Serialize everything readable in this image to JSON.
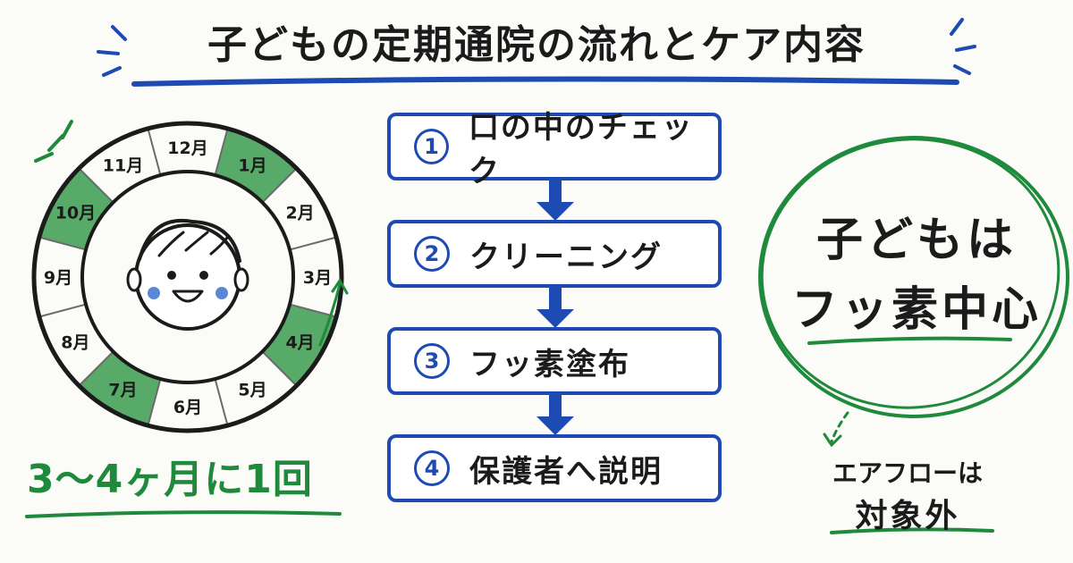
{
  "title": "子どもの定期通院の流れとケア内容",
  "calendar": {
    "months": [
      "12月",
      "1月",
      "2月",
      "3月",
      "4月",
      "5月",
      "6月",
      "7月",
      "8月",
      "9月",
      "10月",
      "11月"
    ],
    "highlighted": [
      "1月",
      "4月",
      "7月",
      "10月"
    ],
    "highlight_color": "#3a9b4f"
  },
  "frequency": "3〜4ヶ月に1回",
  "steps": [
    {
      "num": "1",
      "label": "口の中のチェック"
    },
    {
      "num": "2",
      "label": "クリーニング"
    },
    {
      "num": "3",
      "label": "フッ素塗布"
    },
    {
      "num": "4",
      "label": "保護者へ説明"
    }
  ],
  "highlight": {
    "line1": "子どもは",
    "line2": "フッ素中心"
  },
  "note": {
    "line1": "エアフローは",
    "line2": "対象外"
  },
  "colors": {
    "blue": "#1d4bb3",
    "green": "#1f8a3c",
    "ink": "#1b1b1b"
  }
}
